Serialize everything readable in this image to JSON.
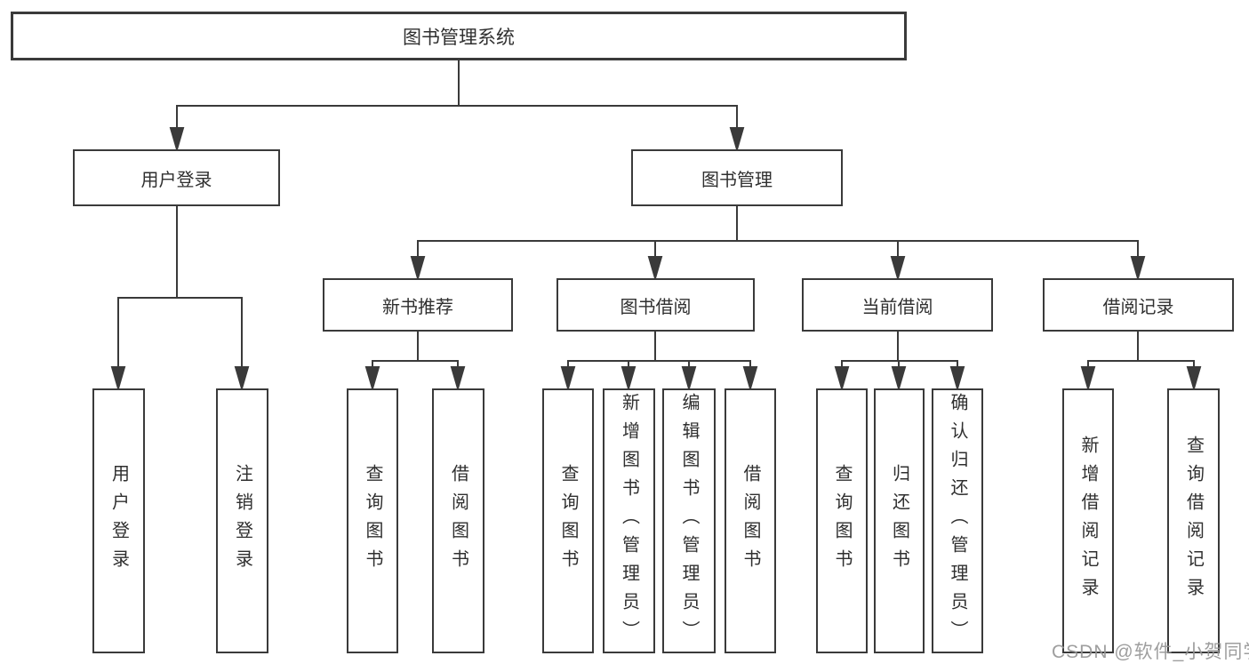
{
  "tree": {
    "label": "图书管理系统",
    "children": [
      {
        "label": "用户登录",
        "children": [
          {
            "label": "用户登录"
          },
          {
            "label": "注销登录"
          }
        ]
      },
      {
        "label": "图书管理",
        "children": [
          {
            "label": "新书推荐",
            "children": [
              {
                "label": "查询图书"
              },
              {
                "label": "借阅图书"
              }
            ]
          },
          {
            "label": "图书借阅",
            "children": [
              {
                "label": "查询图书"
              },
              {
                "label": "新增图书（管理员）"
              },
              {
                "label": "编辑图书（管理员）"
              },
              {
                "label": "借阅图书"
              }
            ]
          },
          {
            "label": "当前借阅",
            "children": [
              {
                "label": "查询图书"
              },
              {
                "label": "归还图书"
              },
              {
                "label": "确认归还（管理员）"
              }
            ]
          },
          {
            "label": "借阅记录",
            "children": [
              {
                "label": "新增借阅记录"
              },
              {
                "label": "查询借阅记录"
              }
            ]
          }
        ]
      }
    ]
  },
  "watermark": {
    "text": "CSDN @软件_小贺同学"
  },
  "colors": {
    "line": "#3a3a3a",
    "box_border": "#3a3a3a",
    "text": "#2f2f2f",
    "background": "#ffffff",
    "watermark": "#969696"
  }
}
